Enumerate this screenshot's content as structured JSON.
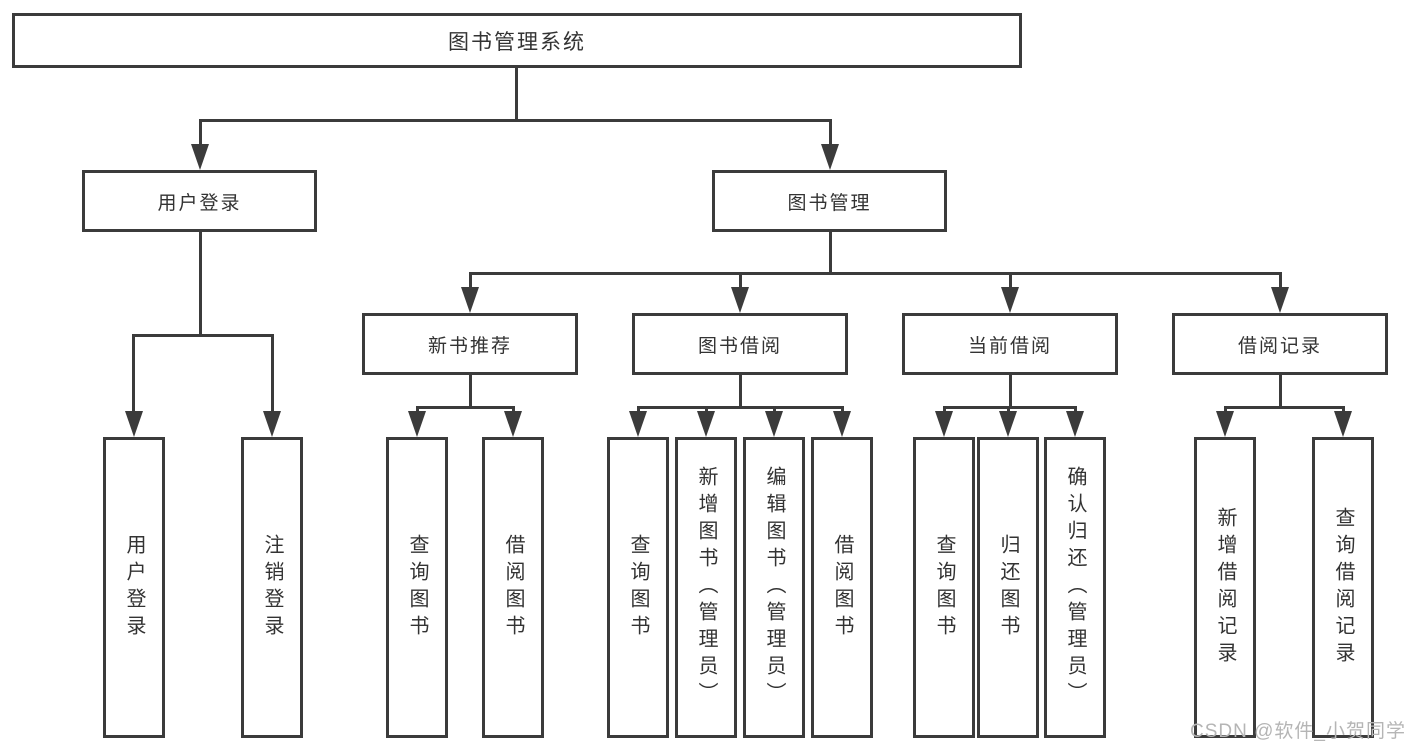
{
  "diagram": {
    "root": {
      "label": "图书管理系统"
    },
    "level2": [
      {
        "label": "用户登录"
      },
      {
        "label": "图书管理"
      }
    ],
    "level3": [
      {
        "label": "新书推荐"
      },
      {
        "label": "图书借阅"
      },
      {
        "label": "当前借阅"
      },
      {
        "label": "借阅记录"
      }
    ],
    "leaves": {
      "login": [
        {
          "label": "用户登录"
        },
        {
          "label": "注销登录"
        }
      ],
      "newbook": [
        {
          "label": "查询图书"
        },
        {
          "label": "借阅图书"
        }
      ],
      "borrow": [
        {
          "label": "查询图书"
        },
        {
          "label": "新增图书（管理员）"
        },
        {
          "label": "编辑图书（管理员）"
        },
        {
          "label": "借阅图书"
        }
      ],
      "current": [
        {
          "label": "查询图书"
        },
        {
          "label": "归还图书"
        },
        {
          "label": "确认归还（管理员）"
        }
      ],
      "records": [
        {
          "label": "新增借阅记录"
        },
        {
          "label": "查询借阅记录"
        }
      ]
    },
    "colors": {
      "line": "#3b3b3b",
      "text": "#333333",
      "watermark": "#b5b5b5",
      "background": "#ffffff"
    }
  },
  "watermark": {
    "text": "CSDN @软件_小贺同学"
  }
}
